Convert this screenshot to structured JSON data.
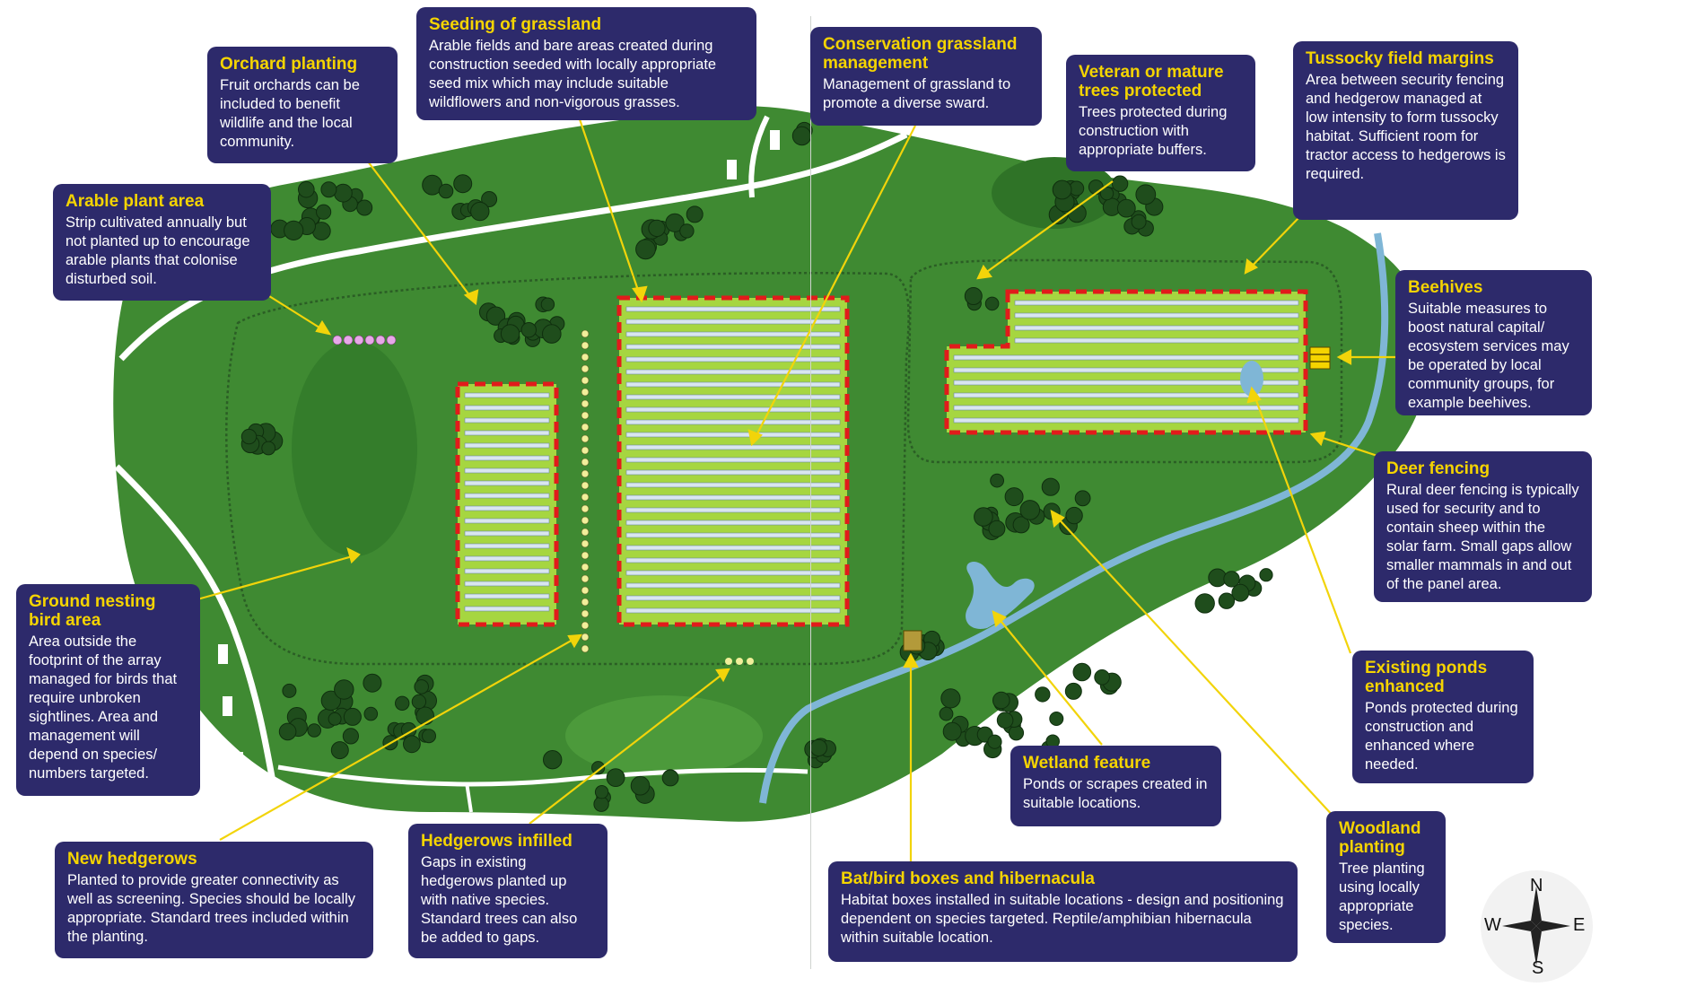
{
  "colors": {
    "callout_bg": "#2d2a6b",
    "title_yellow": "#f5d400",
    "field_green": "#3f8a32",
    "dark_green": "#2b6a26",
    "panel_field": "#a6d640",
    "fence_red": "#e11b1b",
    "water_blue": "#7fb6d6",
    "pointer_yellow": "#f2d40a"
  },
  "callouts": {
    "seeding": {
      "title": "Seeding of grassland",
      "text": "Arable fields and bare areas created during construction seeded with locally appropriate seed mix which may include suitable wildflowers and non-vigorous grasses."
    },
    "orchard": {
      "title": "Orchard planting",
      "text": "Fruit orchards can be included to benefit wildlife and the local community."
    },
    "arable": {
      "title": "Arable plant area",
      "text": "Strip cultivated annually but not planted up to encourage arable plants that colonise disturbed soil."
    },
    "conservation": {
      "title": "Conservation grassland management",
      "text": "Management of grassland to promote a diverse sward."
    },
    "veteran": {
      "title": "Veteran or mature trees protected",
      "text": "Trees protected during construction with appropriate buffers."
    },
    "tussocky": {
      "title": "Tussocky field margins",
      "text": "Area between security fencing and hedgerow managed at low intensity to form tussocky habitat. Sufficient room for tractor access to hedgerows is required."
    },
    "beehives": {
      "title": "Beehives",
      "text": "Suitable measures to boost natural capital/ ecosystem services may be operated by local community groups, for example beehives."
    },
    "deer": {
      "title": "Deer fencing",
      "text": "Rural deer fencing is typically used for security and to contain sheep within the solar farm. Small gaps allow smaller mammals in and out of the panel area."
    },
    "ground": {
      "title": "Ground nesting bird area",
      "text": "Area outside the footprint of the array managed for birds that require unbroken sightlines. Area and management will depend on species/ numbers targeted."
    },
    "ponds": {
      "title": "Existing ponds enhanced",
      "text": "Ponds protected during construction and enhanced where needed."
    },
    "wetland": {
      "title": "Wetland feature",
      "text": "Ponds or scrapes created in suitable locations."
    },
    "woodland": {
      "title": "Woodland planting",
      "text": "Tree planting using locally appropriate species."
    },
    "new_hedgerows": {
      "title": "New hedgerows",
      "text": "Planted to provide greater connectivity as well as screening. Species should be locally appropriate. Standard trees included within the planting."
    },
    "infilled": {
      "title": "Hedgerows infilled",
      "text": "Gaps in existing hedgerows planted up with native species. Standard trees can also be added to gaps."
    },
    "bat": {
      "title": "Bat/bird boxes and hibernacula",
      "text": "Habitat boxes installed in suitable locations - design and positioning dependent on species targeted. Reptile/amphibian hibernacula within suitable location."
    }
  },
  "compass": {
    "n": "N",
    "s": "S",
    "e": "E",
    "w": "W"
  }
}
